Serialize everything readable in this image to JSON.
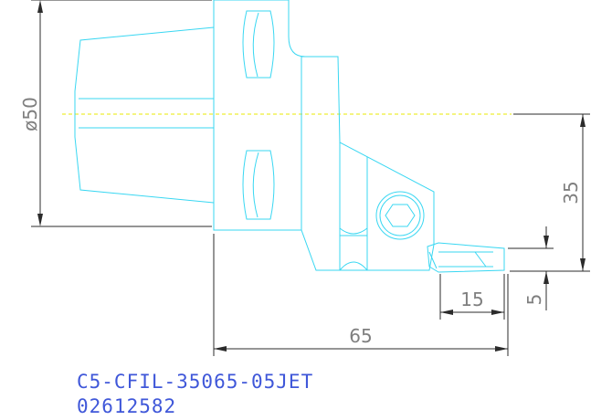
{
  "dimensions": {
    "diameter": "ø50",
    "height_center": "35",
    "tip_width": "15",
    "tip_height": "5",
    "overall_length": "65"
  },
  "caption": {
    "part_number": "C5-CFIL-35065-05JET",
    "order_code": "02612582"
  },
  "colors": {
    "part_outline": "#39d7f2",
    "center_axis": "#e8e800",
    "dimension_lines": "#2b2b2b",
    "dimension_text": "#7f7f7f",
    "caption_text": "#3f57d9"
  }
}
